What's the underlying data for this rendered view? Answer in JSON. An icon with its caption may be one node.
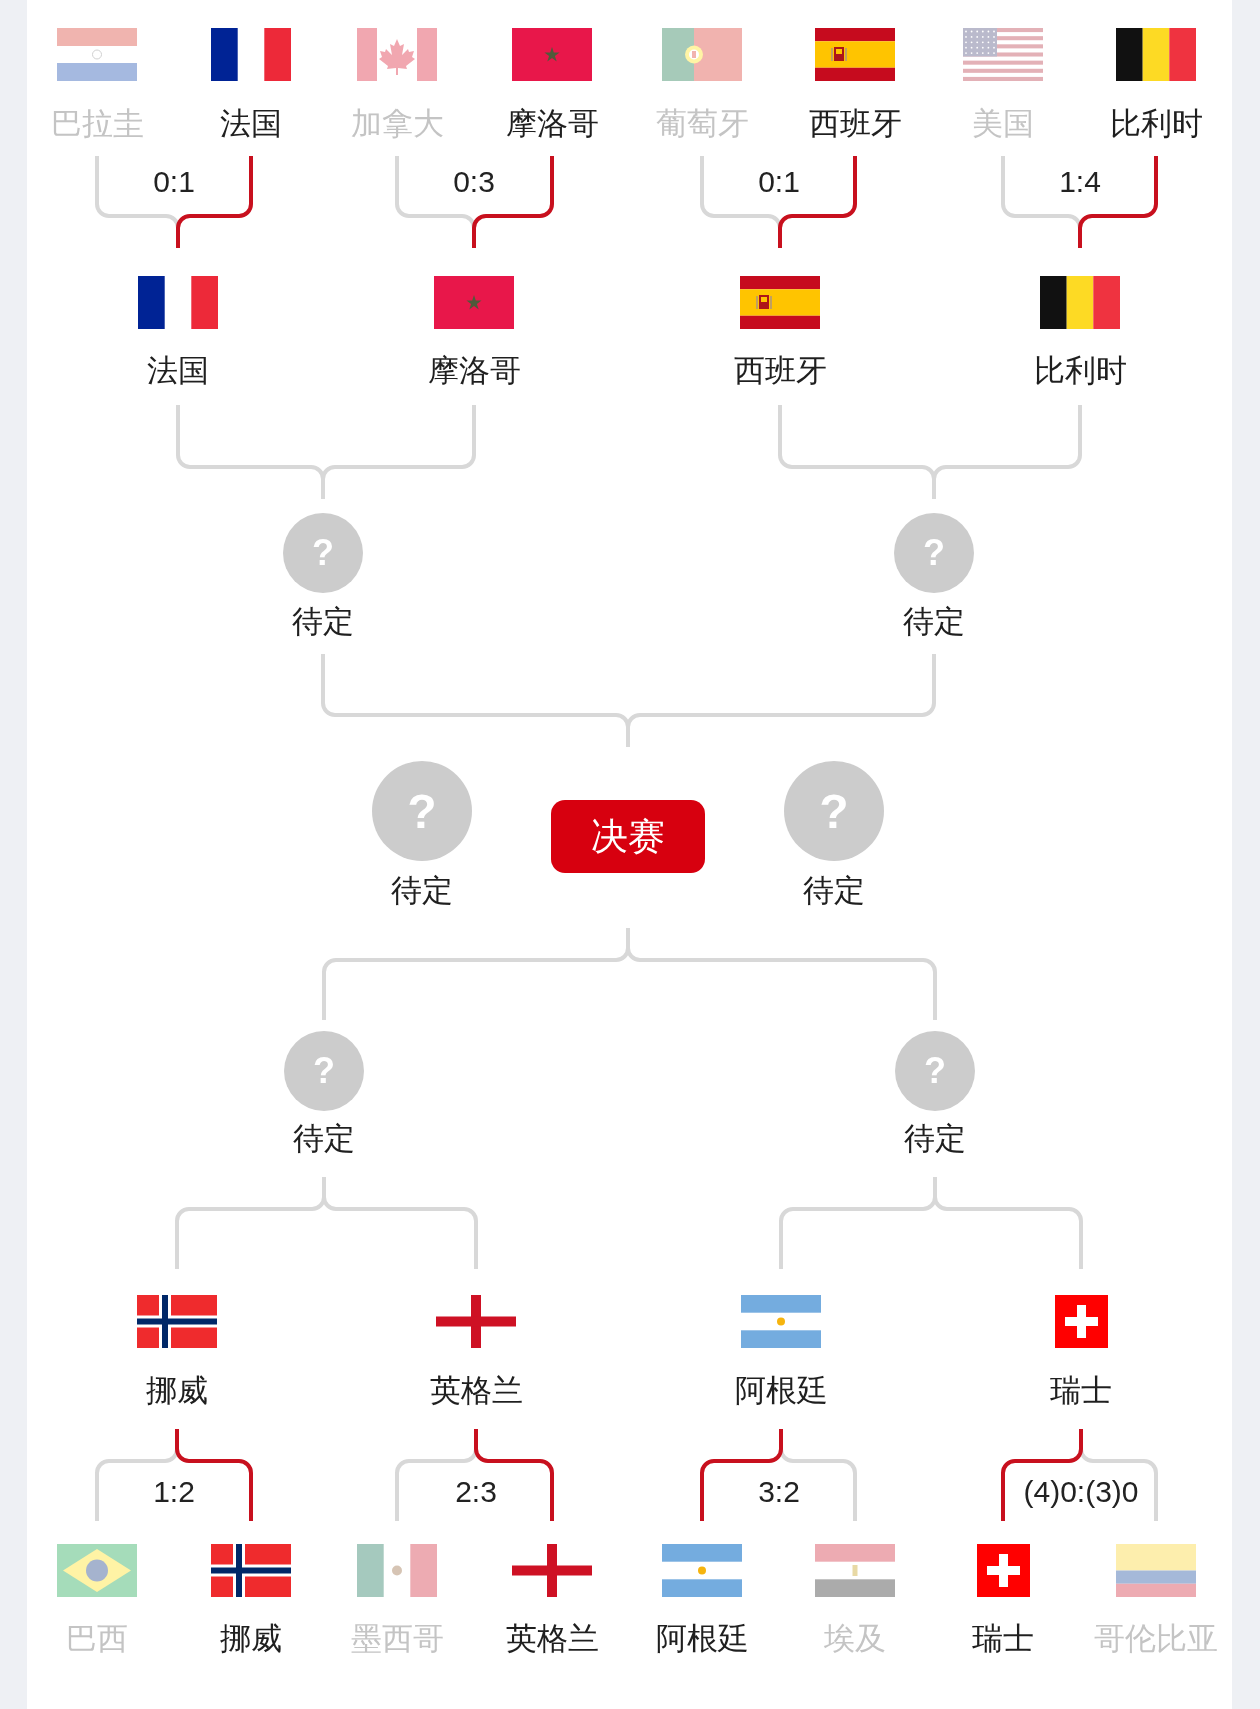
{
  "diagram": {
    "nodes": [
      {
        "text": [
          "巴拉圭"
        ]
      },
      {
        "text": [
          "法国"
        ]
      },
      {
        "text": [
          "加拿大"
        ]
      },
      {
        "text": [
          "摩洛哥"
        ]
      },
      {
        "text": [
          "葡萄牙"
        ]
      },
      {
        "text": [
          "西班牙"
        ]
      },
      {
        "text": [
          "美国"
        ]
      },
      {
        "text": [
          "比利时"
        ]
      },
      {
        "text": [
          "法国"
        ]
      },
      {
        "text": [
          "摩洛哥"
        ]
      },
      {
        "text": [
          "西班牙"
        ]
      },
      {
        "text": [
          "比利时"
        ]
      },
      {
        "text": [
          "?",
          "待定"
        ]
      },
      {
        "text": [
          "?",
          "待定"
        ]
      },
      {
        "text": [
          "?",
          "待定"
        ]
      },
      {
        "text": [
          "决赛"
        ]
      },
      {
        "text": [
          "?",
          "待定"
        ]
      },
      {
        "text": [
          "?",
          "待定"
        ]
      },
      {
        "text": [
          "?",
          "待定"
        ]
      },
      {
        "text": [
          "挪威"
        ]
      },
      {
        "text": [
          "英格兰"
        ]
      },
      {
        "text": [
          "阿根廷"
        ]
      },
      {
        "text": [
          "瑞士"
        ]
      },
      {
        "text": [
          "巴西"
        ]
      },
      {
        "text": [
          "挪威"
        ]
      },
      {
        "text": [
          "墨西哥"
        ]
      },
      {
        "text": [
          "英格兰"
        ]
      },
      {
        "text": [
          "阿根廷"
        ]
      },
      {
        "text": [
          "埃及"
        ]
      },
      {
        "text": [
          "瑞士"
        ]
      },
      {
        "text": [
          "哥伦比亚"
        ]
      }
    ],
    "edges": [
      {
        "from": 0,
        "to": 8,
        "arrow": "none"
      },
      {
        "from": 1,
        "to": 8,
        "arrow": "none",
        "color": "#c8101e"
      },
      {
        "from": 2,
        "to": 9,
        "arrow": "none"
      },
      {
        "from": 3,
        "to": 9,
        "arrow": "none",
        "color": "#c8101e"
      },
      {
        "from": 4,
        "to": 10,
        "arrow": "none"
      },
      {
        "from": 5,
        "to": 10,
        "arrow": "none",
        "color": "#c8101e"
      },
      {
        "from": 6,
        "to": 11,
        "arrow": "none"
      },
      {
        "from": 7,
        "to": 11,
        "arrow": "none",
        "color": "#c8101e"
      },
      {
        "from": 8,
        "to": 12,
        "arrow": "none"
      },
      {
        "from": 9,
        "to": 12,
        "arrow": "none"
      },
      {
        "from": 10,
        "to": 13,
        "arrow": "none"
      },
      {
        "from": 11,
        "to": 13,
        "arrow": "none"
      },
      {
        "from": 12,
        "to": 15,
        "arrow": "none"
      },
      {
        "from": 13,
        "to": 15,
        "arrow": "none"
      },
      {
        "from": 17,
        "to": 15,
        "arrow": "none"
      },
      {
        "from": 18,
        "to": 15,
        "arrow": "none"
      },
      {
        "from": 19,
        "to": 17,
        "arrow": "none"
      },
      {
        "from": 20,
        "to": 17,
        "arrow": "none"
      },
      {
        "from": 21,
        "to": 18,
        "arrow": "none"
      },
      {
        "from": 22,
        "to": 18,
        "arrow": "none"
      },
      {
        "from": 23,
        "to": 19,
        "arrow": "none"
      },
      {
        "from": 24,
        "to": 19,
        "arrow": "none",
        "color": "#c8101e"
      },
      {
        "from": 25,
        "to": 20,
        "arrow": "none"
      },
      {
        "from": 26,
        "to": 20,
        "arrow": "none",
        "color": "#c8101e"
      },
      {
        "from": 27,
        "to": 21,
        "arrow": "none",
        "color": "#c8101e"
      },
      {
        "from": 28,
        "to": 21,
        "arrow": "none"
      },
      {
        "from": 29,
        "to": 22,
        "arrow": "none",
        "color": "#c8101e"
      },
      {
        "from": 30,
        "to": 22,
        "arrow": "none"
      }
    ],
    "labels": [
      "0:1",
      "0:3",
      "0:1",
      "1:4",
      "1:2",
      "2:3",
      "3:2",
      "(4)0:(3)0"
    ]
  }
}
